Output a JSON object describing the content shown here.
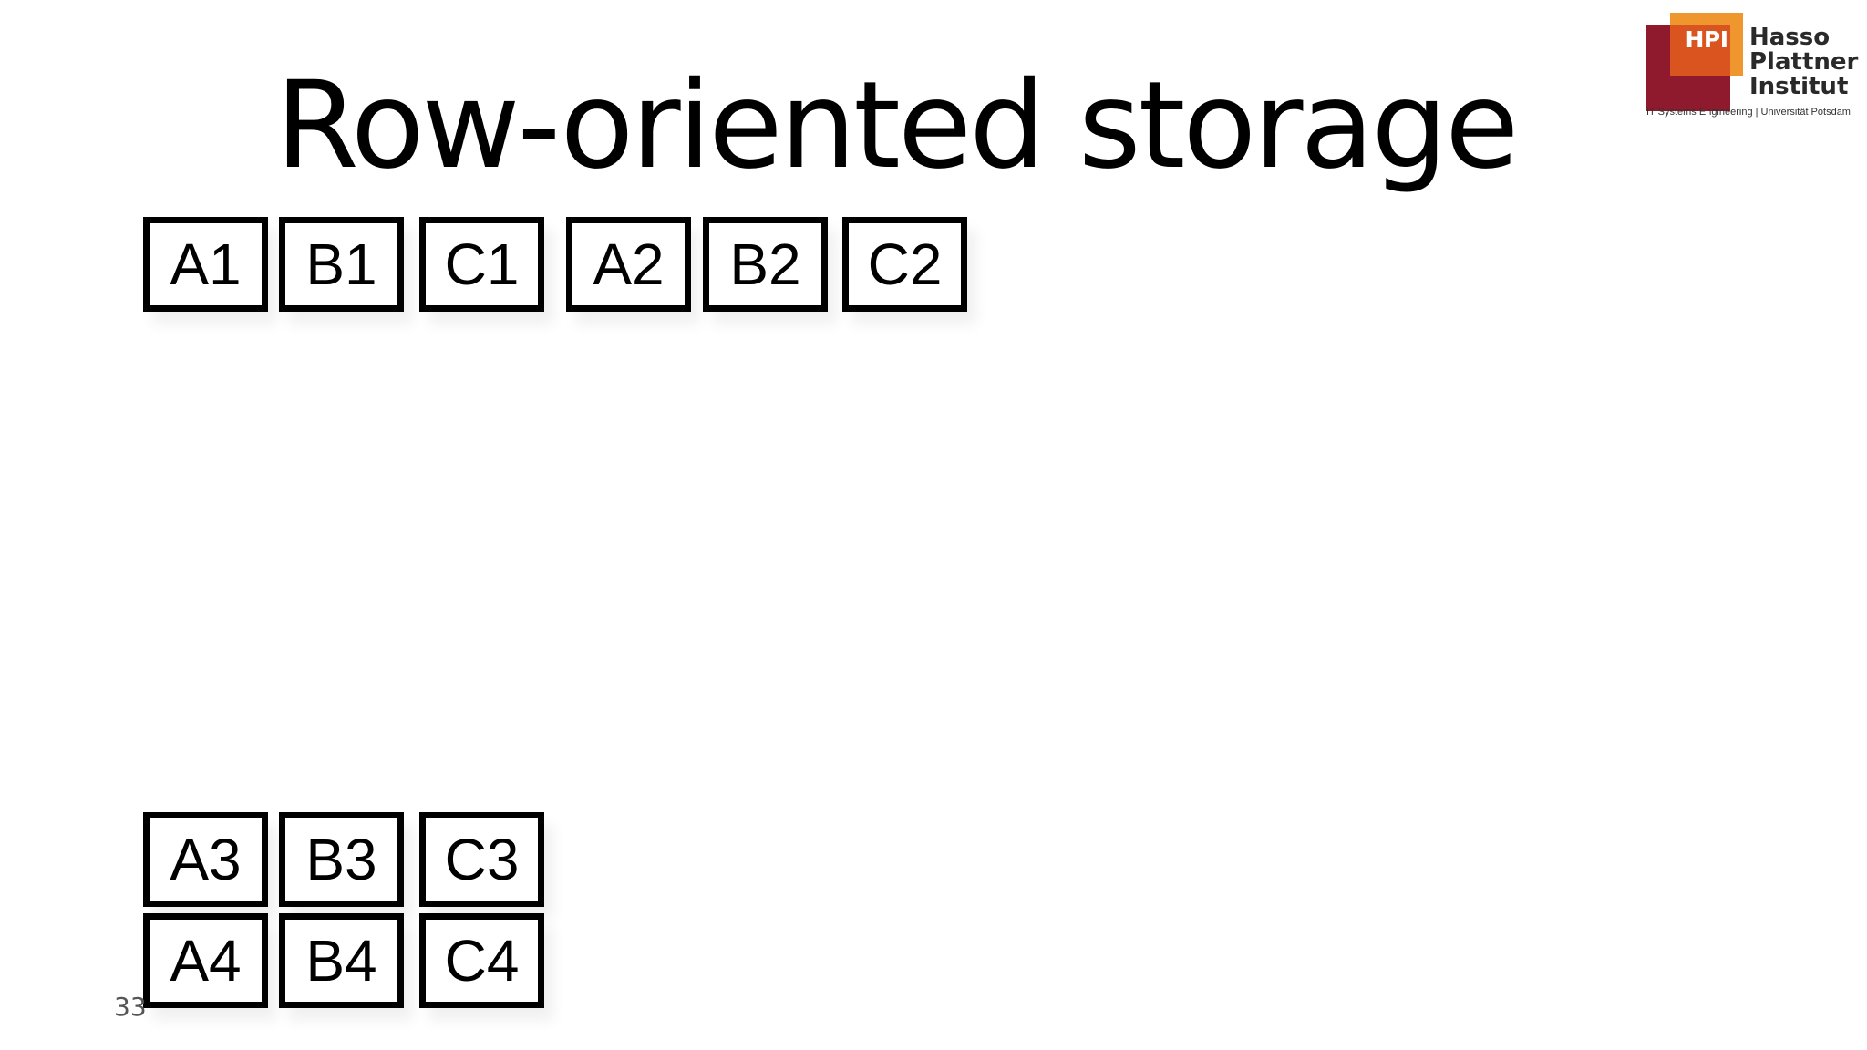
{
  "slide": {
    "title": "Row-oriented storage",
    "number": "33"
  },
  "logo": {
    "abbreviation": "HPI",
    "name_line1": "Hasso",
    "name_line2": "Plattner",
    "name_line3": "Institut",
    "tagline": "IT Systems Engineering | Universität Potsdam",
    "colors": {
      "dark_red": "#8f1a2d",
      "orange": "#f0962e",
      "red_orange": "#d9541e"
    }
  },
  "storage": {
    "row1": [
      "A1",
      "B1",
      "C1",
      "A2",
      "B2",
      "C2"
    ],
    "row3": [
      "A3",
      "B3",
      "C3"
    ],
    "row4": [
      "A4",
      "B4",
      "C4"
    ]
  }
}
